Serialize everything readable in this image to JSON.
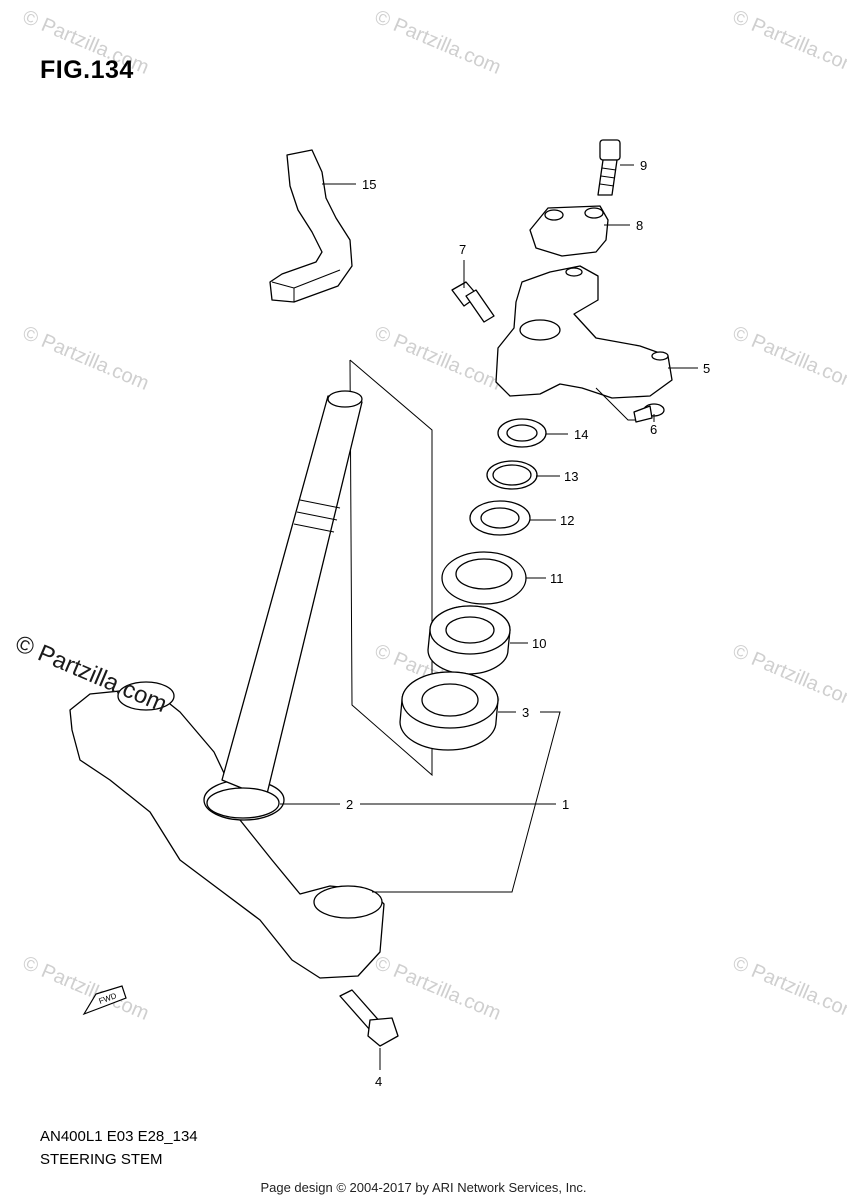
{
  "figure": {
    "title": "FIG.134"
  },
  "footer": {
    "model": "AN400L1 E03 E28_134",
    "section": "STEERING STEM",
    "copyright": "Page design © 2004-2017 by ARI Network Services, Inc."
  },
  "watermark": {
    "text": "© Partzilla.com",
    "brand": "Partzilla.com"
  },
  "fwd_label": "FWD",
  "callouts": [
    "1",
    "2",
    "3",
    "4",
    "5",
    "6",
    "7",
    "8",
    "9",
    "10",
    "11",
    "12",
    "13",
    "14",
    "15"
  ]
}
